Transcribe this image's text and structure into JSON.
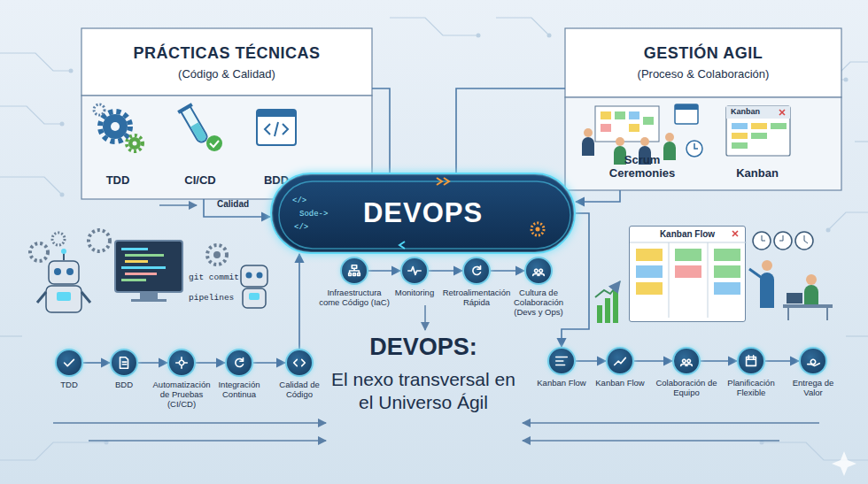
{
  "diagram": {
    "title": "DEVOPS:",
    "caption": "El nexo transversal en el Universo Ágil",
    "nodes": [
      {
        "text": [
          "PRÁCTICAS TÉCNICAS",
          "(Código & Calidad)"
        ]
      },
      {
        "text": [
          "TDD"
        ],
        "in": 0
      },
      {
        "text": [
          "CI/CD"
        ],
        "in": 0
      },
      {
        "text": [
          "BDD"
        ],
        "in": 0
      },
      {
        "text": [
          "GESTIÓN AGIL",
          "(Proceso & Colaboración)"
        ]
      },
      {
        "text": [
          "Scrum Ceremonies"
        ],
        "in": 4
      },
      {
        "text": [
          "Kanban"
        ],
        "in": 4
      },
      {
        "text": [
          "DEVOPS"
        ]
      },
      {
        "text": [
          "Infraestructura come Código (IaC)"
        ]
      },
      {
        "text": [
          "Monitoring"
        ]
      },
      {
        "text": [
          "Retroalimentación Rápida"
        ]
      },
      {
        "text": [
          "Cultura de Colaboración (Devs y Ops)"
        ]
      },
      {
        "text": [
          "TDD"
        ]
      },
      {
        "text": [
          "BDD"
        ]
      },
      {
        "text": [
          "Automatización de Pruebas (CI/CD)"
        ]
      },
      {
        "text": [
          "Integración Continua"
        ]
      },
      {
        "text": [
          "Calidad de Código"
        ]
      },
      {
        "text": [
          "Kanban Flow"
        ]
      },
      {
        "text": [
          "Kanban Flow"
        ]
      },
      {
        "text": [
          "Colaboración de Equipo"
        ]
      },
      {
        "text": [
          "Planificación Flexible"
        ]
      },
      {
        "text": [
          "Entrega de Valor"
        ]
      },
      {
        "text": [
          "Kanban Flow"
        ]
      }
    ],
    "edges": [
      {
        "from": 0,
        "to": 7,
        "arrow": "to"
      },
      {
        "from": 4,
        "to": 7,
        "arrow": "to"
      },
      {
        "from": 7,
        "to": 0,
        "arrow": "none"
      },
      {
        "from": 7,
        "to": 4,
        "arrow": "none"
      },
      {
        "from": 8,
        "to": 9,
        "arrow": "to"
      },
      {
        "from": 9,
        "to": 10,
        "arrow": "to"
      },
      {
        "from": 10,
        "to": 11,
        "arrow": "to"
      },
      {
        "from": 12,
        "to": 13,
        "arrow": "to"
      },
      {
        "from": 13,
        "to": 14,
        "arrow": "to"
      },
      {
        "from": 14,
        "to": 15,
        "arrow": "to"
      },
      {
        "from": 15,
        "to": 16,
        "arrow": "to"
      },
      {
        "from": 16,
        "to": 7,
        "arrow": "to"
      },
      {
        "from": 7,
        "to": 17,
        "arrow": "to"
      },
      {
        "from": 17,
        "to": 18,
        "arrow": "to"
      },
      {
        "from": 18,
        "to": 19,
        "arrow": "to"
      },
      {
        "from": 19,
        "to": 20,
        "arrow": "to"
      },
      {
        "from": 20,
        "to": 21,
        "arrow": "to"
      }
    ],
    "labels": [
      "git commit",
      "pipelines",
      "Calidad",
      "</>",
      "Sode->",
      "</>",
      "Kanban"
    ]
  }
}
